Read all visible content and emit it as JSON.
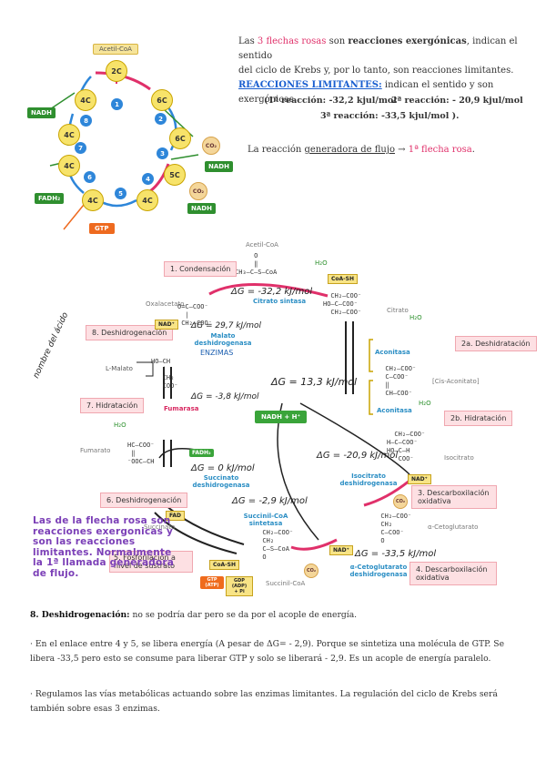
{
  "top_cycle": {
    "acetil": "Acetil-CoA",
    "c2": "2C",
    "nodes": [
      "4C",
      "6C",
      "6C",
      "5C",
      "4C",
      "4C",
      "4C",
      "4C"
    ],
    "steps": [
      "1",
      "2",
      "3",
      "4",
      "5",
      "6",
      "7",
      "8"
    ],
    "nadh": "NADH",
    "co2": "CO₂",
    "fadh2": "FADH₂",
    "gtp": "GTP"
  },
  "intro": {
    "line1_a": "Las ",
    "line1_pink": "3 flechas rosas",
    "line1_b": " son ",
    "line1_bold": "reacciones exergónicas",
    "line1_c": ", indican el sentido",
    "line2": "del ciclo de Krebs y, por lo tanto, son reacciones limitantes.",
    "heading": "REACCIONES LIMITANTES:",
    "heading_rest": " indican el sentido y son exergónicas.",
    "r1": "(1ª reacción: -32,2 kjul/mol",
    "r2": "2ª reacción: - 20,9 kjul/mol",
    "r3": "3ª reacción: -33,5 kjul/mol ).",
    "flujo_a": "La reacción ",
    "flujo_ul": "generadora de flujo",
    "flujo_b": " → ",
    "flujo_pink": "1ª flecha rosa",
    "flujo_c": "."
  },
  "diagram": {
    "acetil": "Acetil-CoA",
    "h2o": "H₂O",
    "coash": "CoA-SH",
    "step1": "1. Condensación",
    "step2a": "2a. Deshidratación",
    "step2b": "2b. Hidratación",
    "step3": "3. Descarboxilación oxidativa",
    "step4": "4. Descarboxilación oxidativa",
    "step5": "5. Fosforilación a nivel de sustrato",
    "step6": "6. Deshidrogenación",
    "step7": "7. Hidratación",
    "step8": "8. Deshidrogenación",
    "oxalacetato": "Oxalacetato",
    "citrato": "Citrato",
    "cis_aconitato": "[Cis-Aconitato]",
    "isocitrato": "Isocitrato",
    "ceto": "α-Cetoglutarato",
    "succinil": "Succinil-CoA",
    "succinato": "Succinato",
    "fumarato": "Fumarato",
    "malato": "L-Malato",
    "enz_citrato": "Citrato sintasa",
    "enz_aconitasa1": "Aconitasa",
    "enz_aconitasa2": "Aconitasa",
    "enz_isocitrato": "Isocitrato deshidrogenasa",
    "enz_ceto": "α-Cetoglutarato deshidrogenasa",
    "enz_succinilcoa": "Succinil-CoA sintetasa",
    "enz_succinato": "Succinato deshidrogenasa",
    "enz_fumarasa": "Fumarasa",
    "enz_malato": "Malato deshidrogenasa",
    "nadh_center": "NADH + H⁺",
    "nad": "NAD⁺",
    "fad": "FAD",
    "fadh2": "FADH₂",
    "co2": "CO₂",
    "coash2": "CoA-SH",
    "gtp": "GTP (ATP)",
    "gdp": "GDP (ADP) + Pi",
    "hw_dg1": "ΔG = -32,2 kJ/mol",
    "hw_dg13": "ΔG = 13,3 kJ/mol",
    "hw_dg_isoc": "ΔG = -20,9 kJ/mol",
    "hw_dg0": "ΔG = 0 kJ/mol",
    "hw_dg_29": "ΔG = -2,9 kJ/mol",
    "hw_dg_335": "ΔG = -33,5 kJ/mol",
    "hw_dg_29_7": "ΔG = 29,7 kJ/mol",
    "hw_dg_38": "ΔG = -3,8 kJ/mol",
    "hw_enzimas": "ENZIMAS",
    "hw_nombre": "nombre del ácido",
    "overlay": "Las de la flecha rosa son reacciones exergonicas y son las reacciones limitantes. Normalmente la 1ª llamada generadora de flujo."
  },
  "bottom": {
    "p1_bold": "8. Deshidrogenación:",
    "p1": " no se podría dar pero se da por el acople de energía.",
    "p2": "· En el enlace entre 4 y 5, se libera energía (A pesar de ΔG= - 2,9). Porque se sintetiza una molécula de GTP. Se libera -33,5 pero esto se consume para liberar GTP y solo se liberará - 2,9. Es un acople de energía paralelo.",
    "p3": "· Regulamos las vías metabólicas actuando sobre las enzimas limitantes. La regulación del ciclo de Krebs será también sobre esas 3 enzimas."
  }
}
